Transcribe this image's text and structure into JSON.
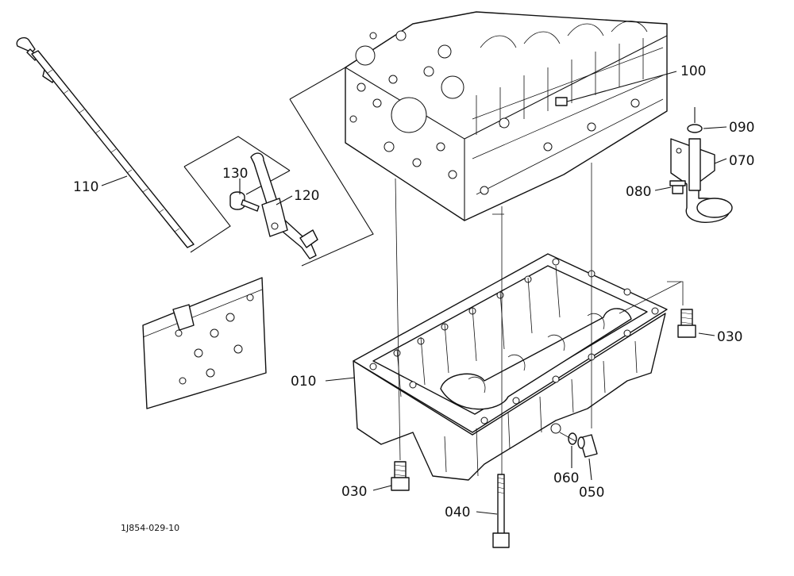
{
  "diagram": {
    "reference_code": "1J854-029-10",
    "callouts": [
      {
        "id": "p110",
        "label": "110"
      },
      {
        "id": "p130",
        "label": "130"
      },
      {
        "id": "p120",
        "label": "120"
      },
      {
        "id": "p100",
        "label": "100"
      },
      {
        "id": "p090",
        "label": "090"
      },
      {
        "id": "p070",
        "label": "070"
      },
      {
        "id": "p080",
        "label": "080"
      },
      {
        "id": "p030a",
        "label": "030"
      },
      {
        "id": "p010",
        "label": "010"
      },
      {
        "id": "p030b",
        "label": "030"
      },
      {
        "id": "p060",
        "label": "060"
      },
      {
        "id": "p050",
        "label": "050"
      },
      {
        "id": "p040",
        "label": "040"
      }
    ]
  }
}
